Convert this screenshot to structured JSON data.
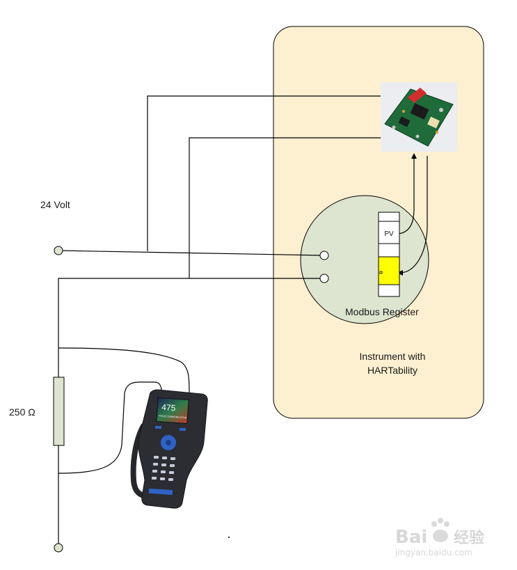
{
  "labels": {
    "supply": "24 Volt",
    "resistor": "250 Ω",
    "register": "Modbus Register",
    "instrument_line1": "Instrument with",
    "instrument_line2": "HARTability",
    "pv_cell": "PV",
    "communicator_model": "475",
    "communicator_caption": "FIELD COMMUNICATOR"
  },
  "watermark": {
    "brand_left": "Bai",
    "brand_right": "经验",
    "domain": "jingyan.baidu.com"
  },
  "colors": {
    "instrument_fill": "#fdf0d0",
    "register_circle": "#dde4cf",
    "resistor_fill": "#dde4cf",
    "highlight_cell": "#ffff00",
    "wire": "#000000",
    "pcb_green": "#1f6b3a",
    "communicator_body": "#2b2d33",
    "keypad_blue": "#2f62c6"
  }
}
